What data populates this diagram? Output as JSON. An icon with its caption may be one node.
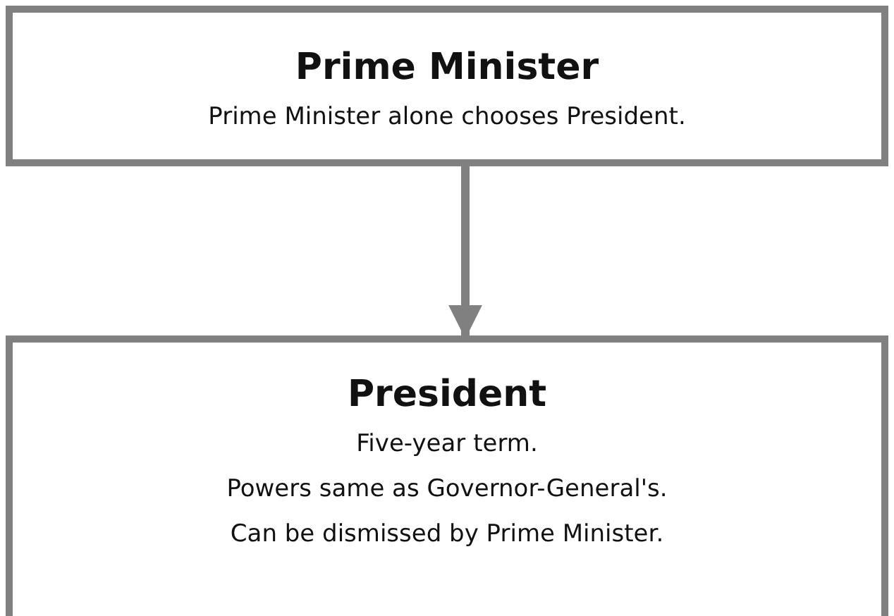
{
  "diagram": {
    "nodes": [
      {
        "text": [
          "Prime Minister",
          "Prime Minister alone chooses President."
        ]
      },
      {
        "text": [
          "President",
          "Five-year term.",
          "Powers same as Governor-General's.",
          "Can be dismissed by Prime Minister."
        ]
      }
    ],
    "edges": [
      {
        "from": 0,
        "to": 1,
        "arrow": "to"
      }
    ]
  }
}
